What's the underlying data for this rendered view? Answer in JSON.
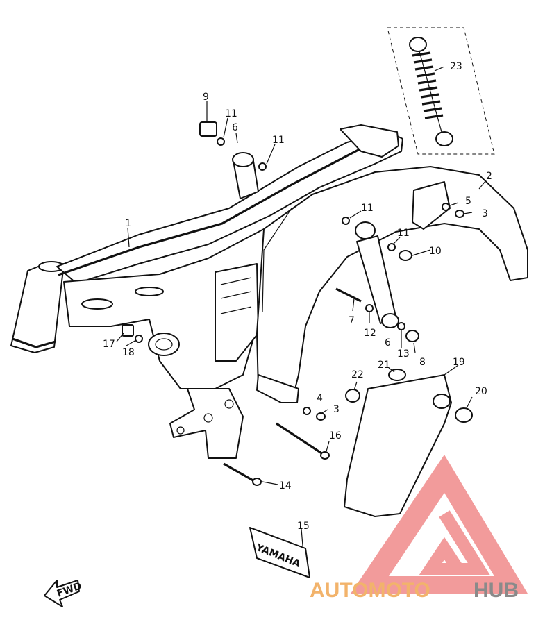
{
  "diagram": {
    "callouts": [
      "1",
      "2",
      "3",
      "4",
      "5",
      "6",
      "7",
      "8",
      "9",
      "10",
      "11",
      "12",
      "13",
      "14",
      "15",
      "16",
      "17",
      "18",
      "19",
      "20",
      "21",
      "22",
      "23"
    ],
    "fwd_label": "FWD",
    "cover_text": "YAMAHA"
  },
  "watermark": {
    "part1": "AUTOMOTO",
    "part2": "HUB",
    "color1": "#f2b36b",
    "color2": "#8a8a8a",
    "logo_color": "#f08a8a"
  }
}
